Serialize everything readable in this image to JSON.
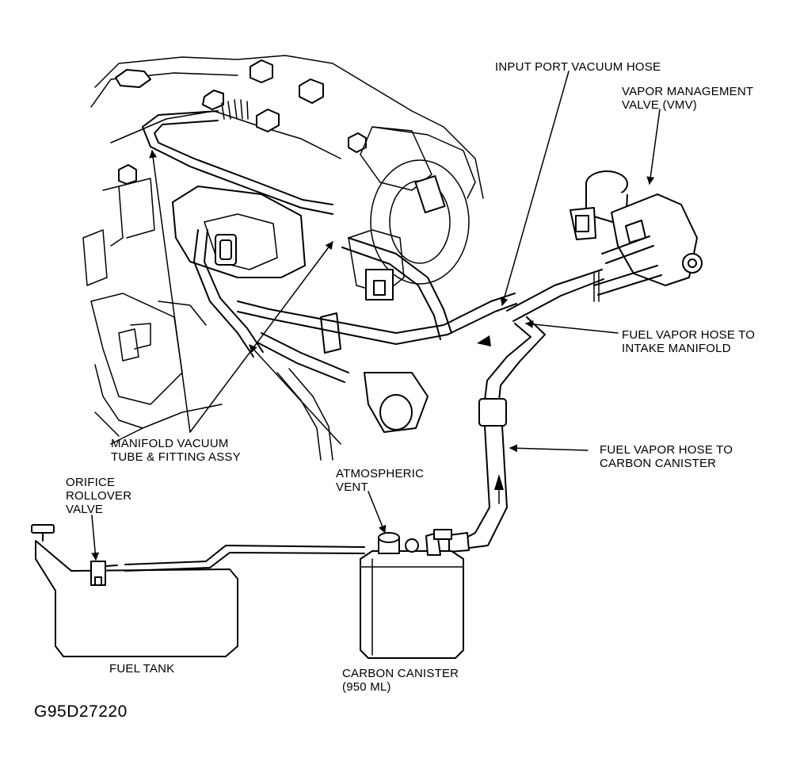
{
  "labels": {
    "input_port_vacuum_hose": "INPUT PORT VACUUM HOSE",
    "vapor_management_valve": "VAPOR MANAGEMENT\nVALVE (VMV)",
    "fuel_vapor_hose_intake": "FUEL VAPOR HOSE TO\nINTAKE MANIFOLD",
    "fuel_vapor_hose_canister": "FUEL VAPOR HOSE TO\nCARBON CANISTER",
    "manifold_vacuum_tube": "MANIFOLD VACUUM\nTUBE & FITTING ASSY",
    "atmospheric_vent": "ATMOSPHERIC\nVENT",
    "orifice_rollover_valve": "ORIFICE\nROLLOVER\nVALVE",
    "fuel_tank": "FUEL TANK",
    "carbon_canister": "CARBON CANISTER\n(950 ML)"
  },
  "figure_code": "G95D27220"
}
